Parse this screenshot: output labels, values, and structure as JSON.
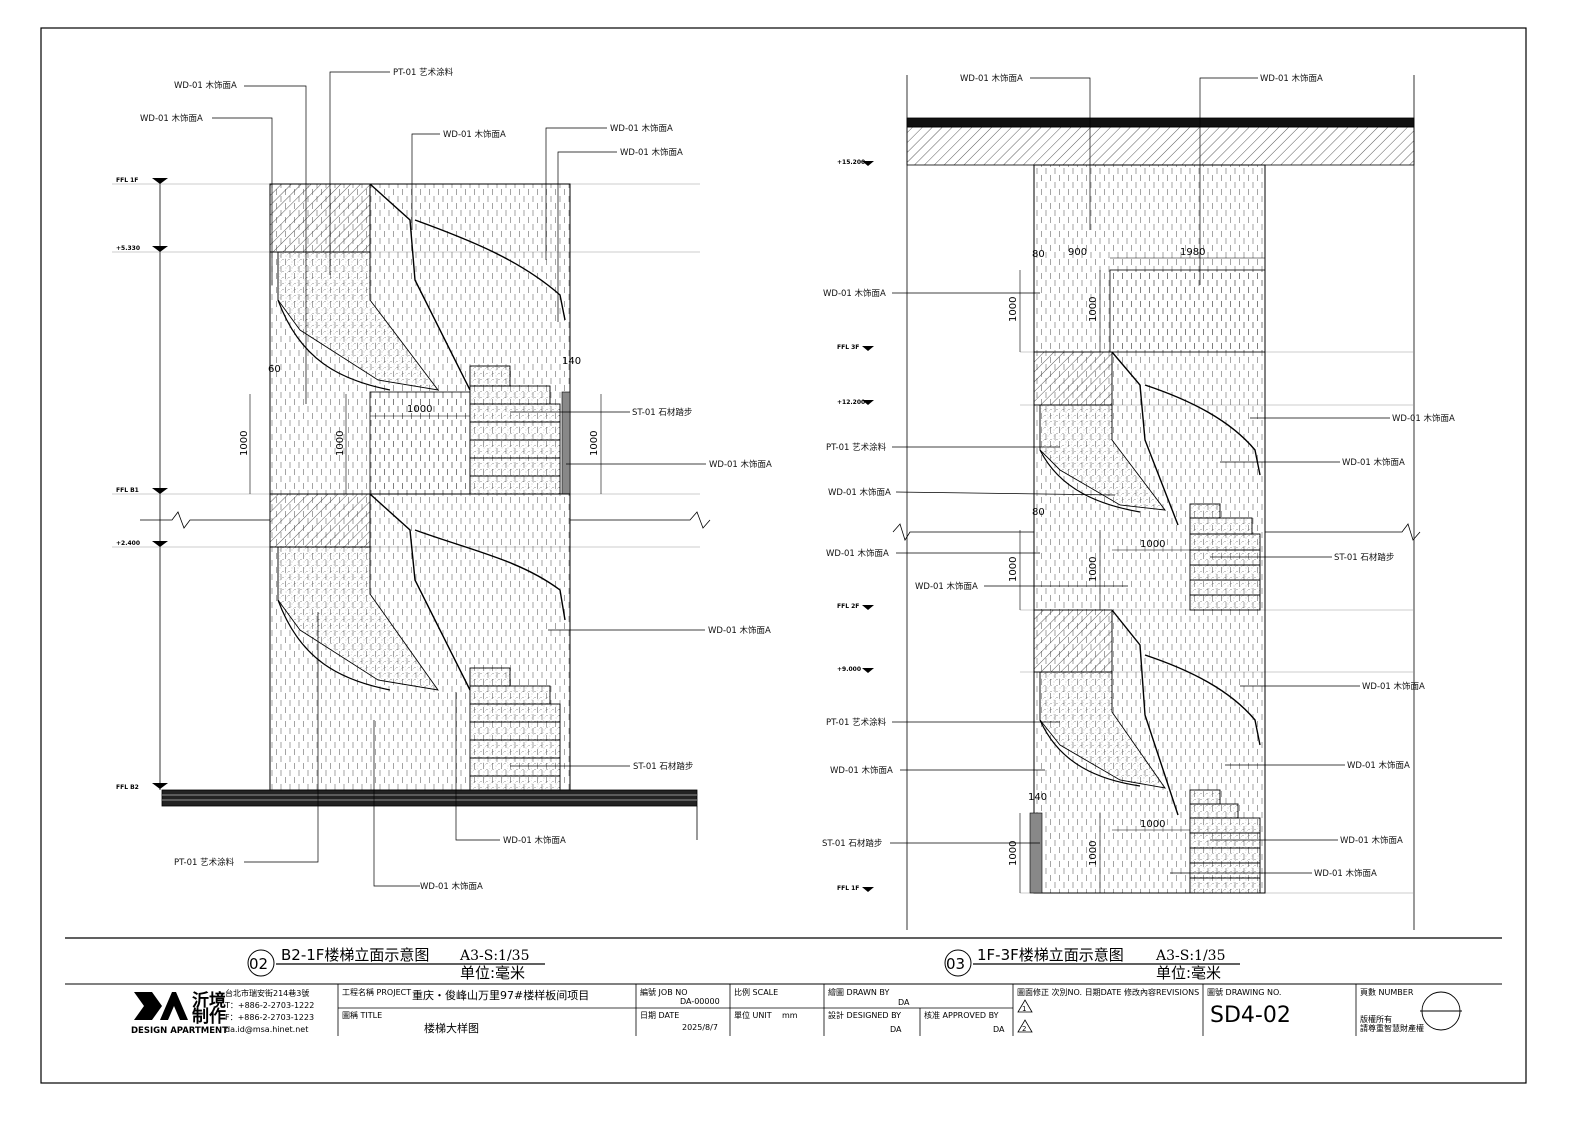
{
  "drawing_left": {
    "levels": [
      "FFL 1F",
      "+5.330",
      "FFL B1",
      "+2.400",
      "FFL B2"
    ],
    "dimensions": [
      "60",
      "1000",
      "1000",
      "1000",
      "1000",
      "140"
    ],
    "annotations": [
      "WD-01 木饰面A",
      "PT-01 艺术涂料",
      "WD-01 木饰面A",
      "WD-01 木饰面A",
      "WD-01 木饰面A",
      "WD-01 木饰面A",
      "ST-01 石材踏步",
      "WD-01 木饰面A",
      "WD-01 木饰面A",
      "ST-01 石材踏步",
      "WD-01 木饰面A",
      "PT-01 艺术涂料",
      "WD-01 木饰面A"
    ],
    "title_number": "02",
    "title": "B2-1F楼梯立面示意图",
    "scale": "A3-S:1/35",
    "unit": "单位:毫米"
  },
  "drawing_right": {
    "levels": [
      "+15.200",
      "FFL 3F",
      "+12.200",
      "FFL 2F",
      "+9.000",
      "FFL 1F"
    ],
    "dimensions": [
      "80",
      "900",
      "1980",
      "1000",
      "1000",
      "80",
      "1000",
      "1000",
      "1000",
      "140",
      "1000",
      "1000",
      "1000"
    ],
    "annotations": [
      "WD-01 木饰面A",
      "WD-01 木饰面A",
      "WD-01 木饰面A",
      "WD-01 木饰面A",
      "PT-01 艺术涂料",
      "WD-01 木饰面A",
      "WD-01 木饰面A",
      "WD-01 木饰面A",
      "ST-01 石材踏步",
      "WD-01 木饰面A",
      "WD-01 木饰面A",
      "PT-01 艺术涂料",
      "WD-01 木饰面A",
      "WD-01 木饰面A",
      "WD-01 木饰面A",
      "ST-01 石材踏步",
      "WD-01 木饰面A"
    ],
    "title_number": "03",
    "title": "1F-3F楼梯立面示意图",
    "scale": "A3-S:1/35",
    "unit": "单位:毫米"
  },
  "title_block": {
    "logo_cn_1": "沂境",
    "logo_cn_2": "制作",
    "logo_en": "DESIGN APARTMENT",
    "address": "台北市瑞安街214巷3號",
    "phone": "T：+886-2-2703-1222",
    "fax": "F：+886-2-2703-1223",
    "email": "da.id@msa.hinet.net",
    "project_label": "工程名稱 PROJECT",
    "project_value": "重庆・俊峰山万里97#楼样板间项目",
    "title_label": "圖稱 TITLE",
    "title_value": "楼梯大样图",
    "job_label": "編號 JOB NO",
    "job_value": "DA-00000",
    "date_label": "日期 DATE",
    "date_value": "2025/8/7",
    "scale_label": "比例 SCALE",
    "unit_label": "單位 UNIT",
    "unit_value": "mm",
    "drawn_label": "繪圖 DRAWN BY",
    "drawn_value": "DA",
    "designed_label": "設計 DESIGNED BY",
    "designed_value": "DA",
    "approved_label": "核准 APPROVED BY",
    "approved_value": "DA",
    "revision_label": "圖面修正 次別NO. 日期DATE 修改內容REVISIONS",
    "revision_1": "1",
    "revision_2": "2",
    "drawing_no_label": "圖號 DRAWING NO.",
    "drawing_no_value": "SD4-02",
    "page_label": "頁數 NUMBER",
    "copyright_1": "版權所有",
    "copyright_2": "請尊重智慧財產權"
  },
  "colors": {
    "line": "#000000",
    "paper": "#ffffff",
    "hatch": "#555555"
  }
}
